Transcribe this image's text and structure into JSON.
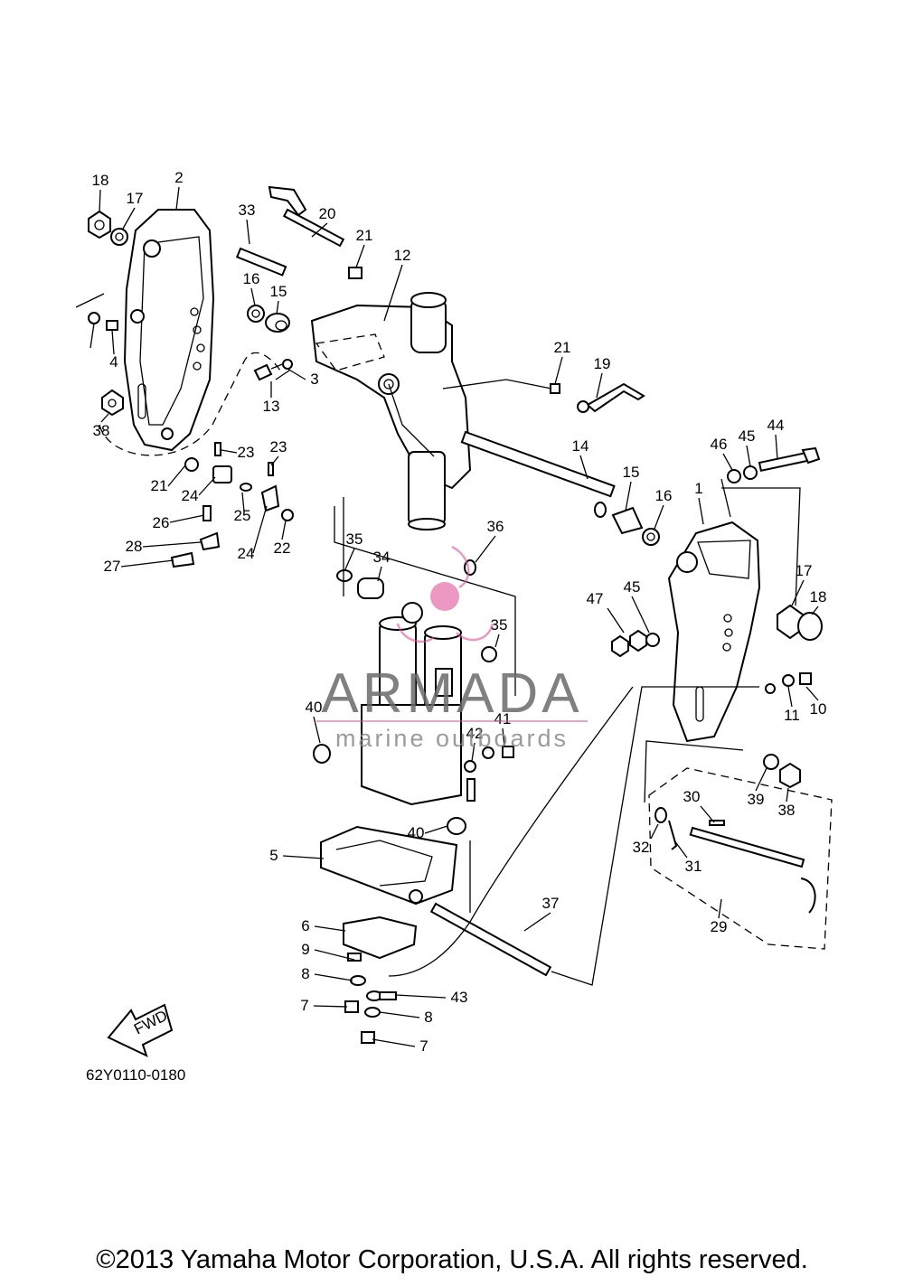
{
  "part_numbers": [
    "1",
    "2",
    "3",
    "4",
    "5",
    "6",
    "7",
    "8",
    "9",
    "10",
    "11",
    "12",
    "13",
    "14",
    "15",
    "16",
    "17",
    "18",
    "19",
    "20",
    "21",
    "22",
    "23",
    "24",
    "25",
    "26",
    "27",
    "28",
    "29",
    "30",
    "31",
    "32",
    "33",
    "34",
    "35",
    "36",
    "37",
    "38",
    "39",
    "40",
    "41",
    "42",
    "43",
    "44",
    "45",
    "46",
    "47"
  ],
  "diagram_code": "62Y0110-0180",
  "fwd_label": "FWD",
  "watermark": {
    "brand": "ARMADA",
    "tagline": "marine outboards",
    "color": "#e0559a"
  },
  "copyright": "©2013 Yamaha Motor Corporation, U.S.A. All rights reserved."
}
